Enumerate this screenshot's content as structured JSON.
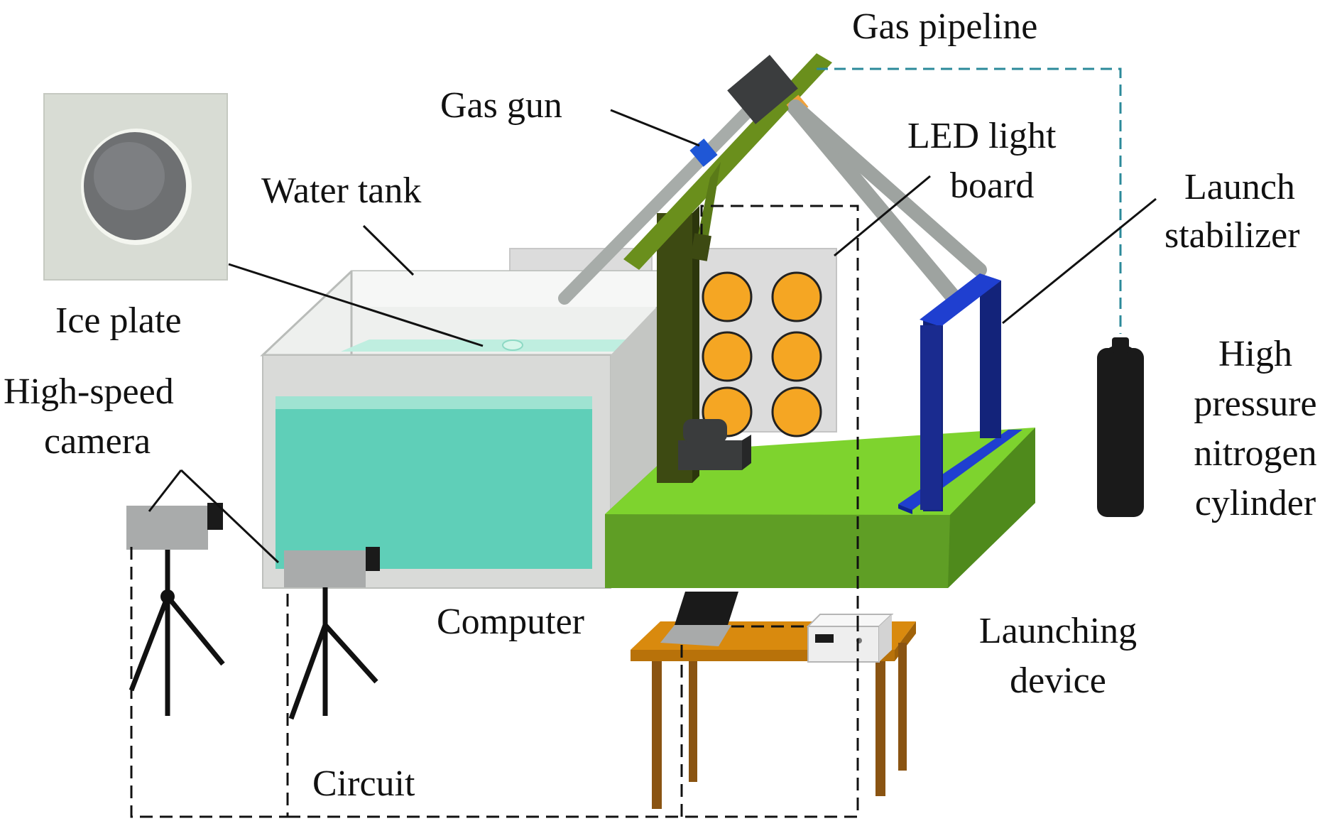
{
  "labels": {
    "gas_pipeline": "Gas pipeline",
    "gas_gun": "Gas gun",
    "led_light_board_1": "LED light",
    "led_light_board_2": "board",
    "water_tank": "Water tank",
    "ice_plate": "Ice plate",
    "launch_stabilizer_1": "Launch",
    "launch_stabilizer_2": "stabilizer",
    "high_speed_camera_1": "High-speed",
    "high_speed_camera_2": "camera",
    "high_pressure_cylinder_1": "High",
    "high_pressure_cylinder_2": "pressure",
    "high_pressure_cylinder_3": "nitrogen",
    "high_pressure_cylinder_4": "cylinder",
    "computer": "Computer",
    "launching_device_1": "Launching",
    "launching_device_2": "device",
    "circuit": "Circuit"
  },
  "colors": {
    "water": "#5fcfb8",
    "tank_wall": "#d9dad8",
    "platform_top": "#7ed32e",
    "platform_front": "#5f9e25",
    "frame_dark": "#3d4a12",
    "gun_rail": "#6a8f1c",
    "stabilizer": "#1f3fd0",
    "led": "#f5a623",
    "led_board": "#dcdcdc",
    "table": "#d98a0e",
    "table_legs": "#8a5412",
    "cylinder": "#1a1a1a",
    "gas_line": "#2b8a9a"
  }
}
